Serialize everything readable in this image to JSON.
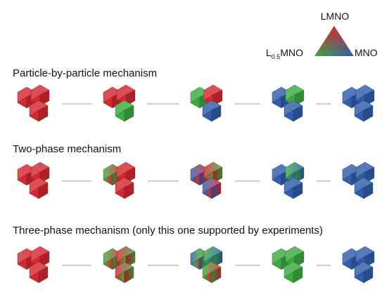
{
  "legend": {
    "top_label": "LMNO",
    "left_label_main": "L",
    "left_label_sub": "0.5",
    "left_label_tail": "MNO",
    "right_label": "MNO",
    "colors": {
      "LMNO": "#d4272f",
      "L0.5MNO": "#3bab3f",
      "MNO": "#2f5dab"
    }
  },
  "rows": [
    {
      "title": "Particle-by-particle mechanism",
      "stages": [
        [
          "LMNO",
          "LMNO",
          "LMNO"
        ],
        [
          "LMNO",
          "LMNO",
          "L0.5MNO"
        ],
        [
          "L0.5MNO",
          "LMNO",
          "MNO"
        ],
        [
          "MNO",
          "L0.5MNO",
          "MNO"
        ],
        [
          "MNO",
          "MNO",
          "MNO"
        ]
      ]
    },
    {
      "title": "Two-phase mechanism",
      "stages": [
        [
          "LMNO",
          "LMNO",
          "LMNO"
        ],
        [
          "L0.5MNO>LMNO",
          "LMNO",
          "LMNO"
        ],
        [
          "MNO>LMNO",
          "LMNO>L0.5MNO",
          "MNO>LMNO"
        ],
        [
          "MNO",
          "L0.5MNO>MNO",
          "MNO"
        ],
        [
          "MNO",
          "MNO",
          "MNO"
        ]
      ]
    },
    {
      "title": "Three-phase mechanism (only this one supported by experiments)",
      "stages": [
        [
          "LMNO",
          "LMNO",
          "LMNO"
        ],
        [
          "L0.5MNO>LMNO",
          "LMNO>L0.5MNO",
          "LMNO>L0.5MNO"
        ],
        [
          "MNO>L0.5MNO>LMNO",
          "L0.5MNO>MNO",
          "L0.5MNO>LMNO"
        ],
        [
          "L0.5MNO",
          "L0.5MNO",
          "L0.5MNO"
        ],
        [
          "MNO",
          "MNO",
          "MNO"
        ]
      ]
    }
  ]
}
